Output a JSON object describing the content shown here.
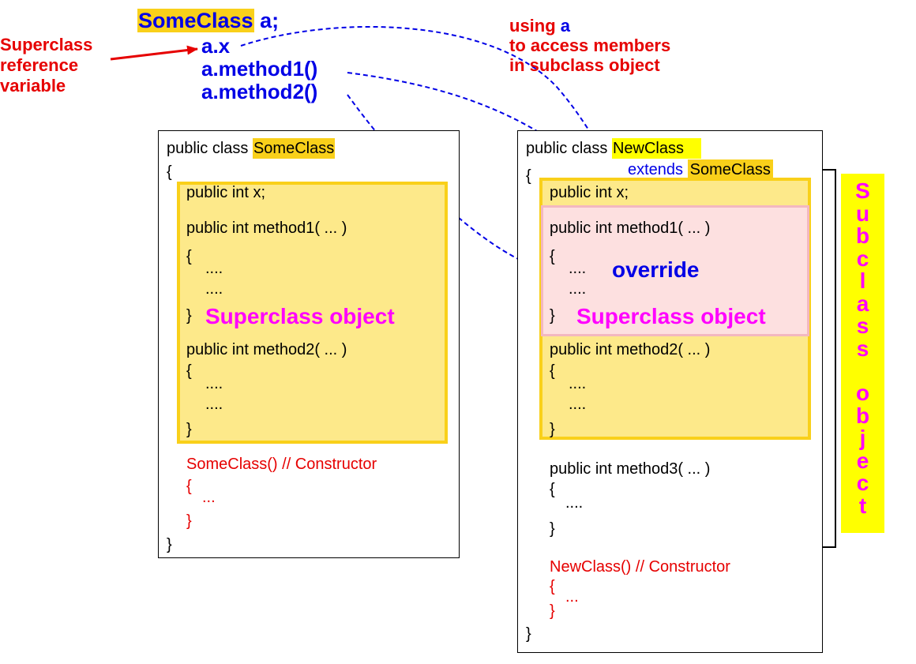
{
  "declaration": {
    "class_name": "SomeClass",
    "var": "a;"
  },
  "accesses": [
    "a.x",
    "a.method1()",
    "a.method2()"
  ],
  "label_superclass_ref": [
    "Superclass",
    "reference",
    "variable"
  ],
  "label_using": [
    "using",
    "a",
    "to access members",
    "in subclass object"
  ],
  "left_panel": {
    "header_prefix": "public class",
    "header_name": "SomeClass",
    "open_brace": "{",
    "field": "public  int x;",
    "method1": "public int method1( ... )",
    "brace_open": "{",
    "dots1": "....",
    "dots2": "....",
    "brace_close": "}",
    "object_label": "Superclass object",
    "method2": "public int method2( ... )",
    "m2_brace_open": "{",
    "m2_dots1": "....",
    "m2_dots2": "....",
    "m2_brace_close": "}",
    "constructor": "SomeClass() // Constructor",
    "ctor_open": "{",
    "ctor_dots": "...",
    "ctor_close": "}",
    "close_brace": "}"
  },
  "right_panel": {
    "header_prefix": "public class",
    "header_name": "NewClass",
    "open_brace": "{",
    "extends_kw": "extends",
    "extends_name": "SomeClass",
    "field": "public  int x;",
    "method1": "public int method1( ... )",
    "brace_open": "{",
    "dots1": "....",
    "dots2": "....",
    "brace_close": "}",
    "override_label": "override",
    "object_label": "Superclass object",
    "method2": "public int method2( ... )",
    "m2_brace_open": "{",
    "m2_dots1": "....",
    "m2_dots2": "....",
    "m2_brace_close": "}",
    "method3": "public int method3( ... )",
    "m3_brace_open": "{",
    "m3_dots": "....",
    "m3_brace_close": "}",
    "constructor": "NewClass() // Constructor",
    "ctor_open": "{",
    "ctor_dots": "...",
    "ctor_close": "}",
    "close_brace": "}"
  },
  "subclass_object_letters": [
    "S",
    "u",
    "b",
    "c",
    "l",
    "a",
    "s",
    "s",
    "o",
    "b",
    "j",
    "e",
    "c",
    "t"
  ],
  "colors": {
    "red": "#e60000",
    "blue": "#0000e6",
    "magenta": "#ff00ff",
    "gold": "#f9d01a",
    "yellow": "#ffff00"
  }
}
